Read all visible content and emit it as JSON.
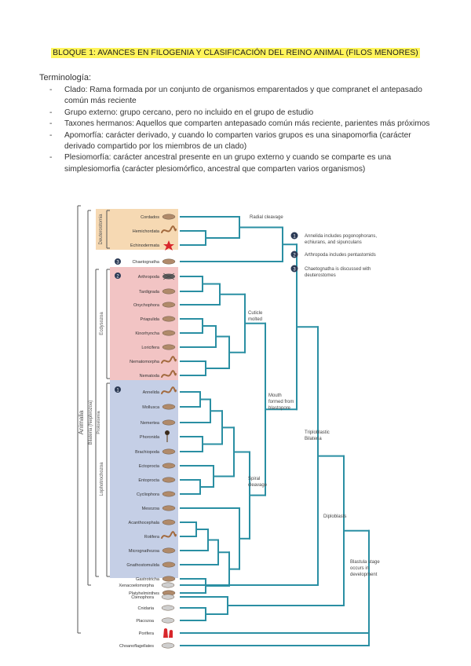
{
  "header": {
    "title": "BLOQUE 1: AVANCES EN FILOGENIA Y CLASIFICACIÓN DEL REINO ANIMAL (FILOS MENORES)"
  },
  "terminology": {
    "heading": "Terminología:",
    "items": [
      {
        "text": "Clado: Rama formada por un conjunto de organismos emparentados y que compranet el antepasado común más reciente"
      },
      {
        "text": "Grupo externo: grupo cercano, pero no incluido en el grupo de estudio"
      },
      {
        "text": "Taxones hermanos: Aquellos que comparten antepasado común más reciente, parientes más próximos"
      },
      {
        "text": "Apomorfía: carácter derivado, y cuando lo comparten varios grupos es una sinapomorfia (carácter derivado compartido por los miembros de un clado)"
      },
      {
        "text": "Plesiomorfía: carácter ancestral presente en un grupo externo y cuando se comparte es una simplesiomorfia (carácter plesiomórfico, ancestral que comparten varios organismos)"
      }
    ]
  },
  "figure": {
    "colors": {
      "line": "#2a8fa3",
      "deut": "#f6d9b3",
      "ecdy": "#f2c4c4",
      "loph": "#c5cfe6",
      "red": "#d8262b",
      "ink": "#333333"
    },
    "taxa": [
      {
        "label": "Cordados"
      },
      {
        "label": "Hemichordata"
      },
      {
        "label": "Echinodermata"
      },
      {
        "label": "Chaetognatha"
      },
      {
        "label": "Arthropoda"
      },
      {
        "label": "Tardigrada"
      },
      {
        "label": "Onychophora"
      },
      {
        "label": "Priapulida"
      },
      {
        "label": "Kinorhyncha"
      },
      {
        "label": "Loricifera"
      },
      {
        "label": "Nematomorpha"
      },
      {
        "label": "Nematoda"
      },
      {
        "label": "Annelida"
      },
      {
        "label": "Mollusca"
      },
      {
        "label": "Nemertea"
      },
      {
        "label": "Phoronida"
      },
      {
        "label": "Brachiopoda"
      },
      {
        "label": "Ectoprocta"
      },
      {
        "label": "Entoprocta"
      },
      {
        "label": "Cycliophora"
      },
      {
        "label": "Mesozoa"
      },
      {
        "label": "Acanthocephala"
      },
      {
        "label": "Rotifera"
      },
      {
        "label": "Micrognathozoa"
      },
      {
        "label": "Gnathostomulida"
      },
      {
        "label": "Gastrotricha"
      },
      {
        "label": "Platyhelminthes"
      },
      {
        "label": "Xenacoelomorpha"
      },
      {
        "label": "Ctenophora"
      },
      {
        "label": "Cnidaria"
      },
      {
        "label": "Placozoa"
      },
      {
        "label": "Porifera"
      },
      {
        "label": "Choanoflagellates"
      }
    ],
    "groups": {
      "deuterostomia": "Deuterostomia",
      "ecdysozoa": "Ecdysozoa",
      "lophotrochozoa": "Lophotrochozoa",
      "protostomia": "Protostomia",
      "bilateria": "Bilateria (Nephrozoa)",
      "animalia": "Animalia"
    },
    "nodes": {
      "radial": "Radial cleavage",
      "cuticle1": "Cuticle",
      "cuticle2": "molted",
      "mouth1": "Mouth",
      "mouth2": "formed from",
      "mouth3": "blastopore",
      "spiral1": "Spiral",
      "spiral2": "cleavage",
      "tripl1": "Triploblastic",
      "tripl2": "Bilateria",
      "diplo": "Diploblasts",
      "blast1": "Blastula stage",
      "blast2": "occurs in",
      "blast3": "development"
    },
    "notes": [
      {
        "num": "1",
        "line1": "Annelida includes pogonophorans,",
        "line2": "echiurans, and sipunculans"
      },
      {
        "num": "2",
        "line1": "Arthropoda includes pentastomids",
        "line2": ""
      },
      {
        "num": "3",
        "line1": "Chaetognatha is discussed with",
        "line2": "deuterostomes"
      }
    ],
    "badges": {
      "chaeto": "3",
      "arthro": "2",
      "annel": "1"
    }
  }
}
